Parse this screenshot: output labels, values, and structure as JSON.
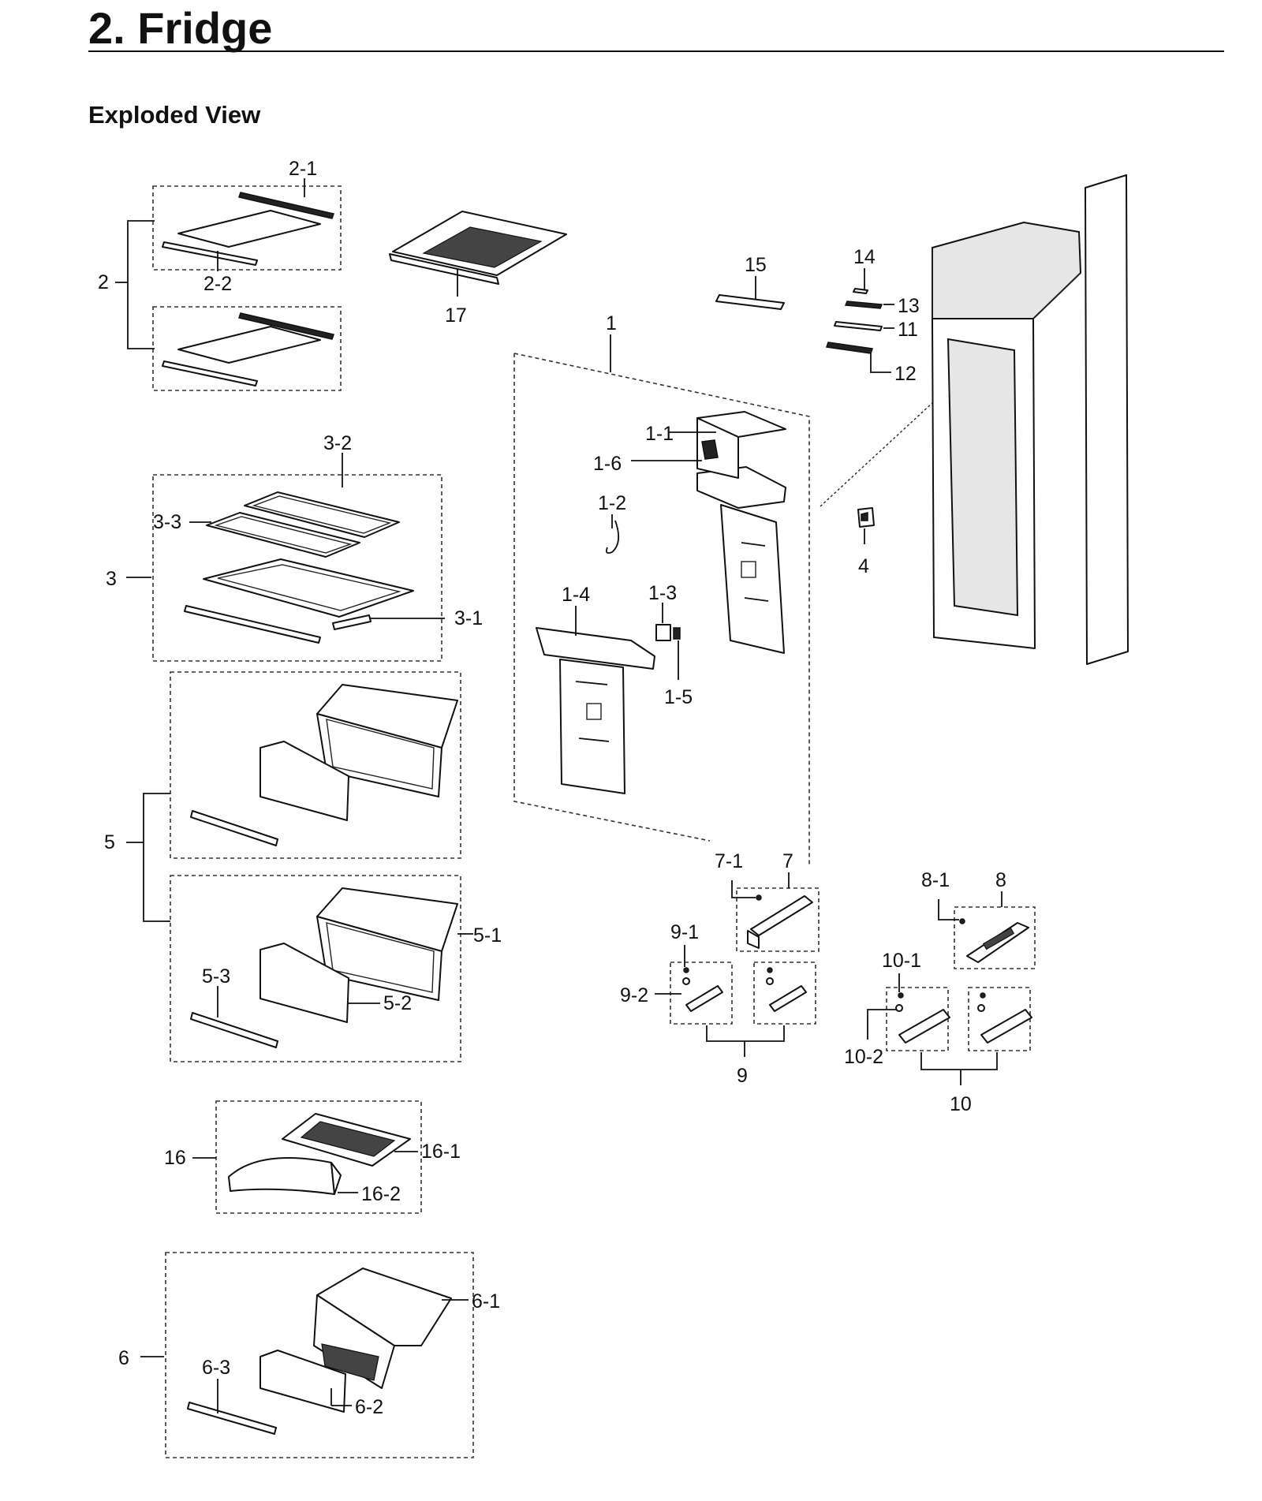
{
  "page": {
    "title": "2.  Fridge",
    "section": "Exploded View"
  },
  "diagram": {
    "labels": {
      "l2": "2",
      "l2_1": "2-1",
      "l2_2": "2-2",
      "l17": "17",
      "l3": "3",
      "l3_1": "3-1",
      "l3_2": "3-2",
      "l3_3": "3-3",
      "l5": "5",
      "l5_1": "5-1",
      "l5_2": "5-2",
      "l5_3": "5-3",
      "l16": "16",
      "l16_1": "16-1",
      "l16_2": "16-2",
      "l6": "6",
      "l6_1": "6-1",
      "l6_2": "6-2",
      "l6_3": "6-3",
      "l1": "1",
      "l1_1": "1-1",
      "l1_2": "1-2",
      "l1_3": "1-3",
      "l1_4": "1-4",
      "l1_5": "1-5",
      "l1_6": "1-6",
      "l15": "15",
      "l14": "14",
      "l13": "13",
      "l11": "11",
      "l12": "12",
      "l4": "4",
      "l7": "7",
      "l7_1": "7-1",
      "l8": "8",
      "l8_1": "8-1",
      "l9": "9",
      "l9_1": "9-1",
      "l9_2": "9-2",
      "l10": "10",
      "l10_1": "10-1",
      "l10_2": "10-2"
    }
  }
}
